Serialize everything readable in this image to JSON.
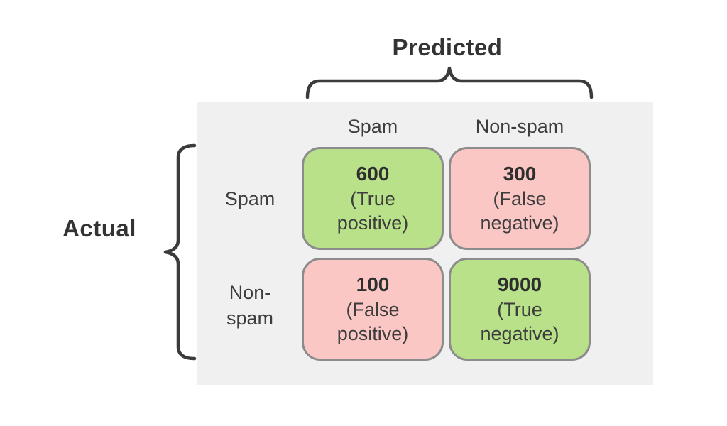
{
  "titles": {
    "predicted": "Predicted",
    "actual": "Actual"
  },
  "matrix": {
    "predicted_labels": [
      "Spam",
      "Non-spam"
    ],
    "actual_labels": [
      "Spam",
      "Non-spam"
    ],
    "cells": [
      {
        "value": "600",
        "label": "(True positive)",
        "type": "true-positive"
      },
      {
        "value": "300",
        "label": "(False negative)",
        "type": "false-negative"
      },
      {
        "value": "100",
        "label": "(False positive)",
        "type": "false-positive"
      },
      {
        "value": "9000",
        "label": "(True negative)",
        "type": "true-negative"
      }
    ]
  },
  "colors": {
    "positive_cell": "#b8e189",
    "negative_cell": "#fac7c5",
    "cell_border": "#8c8c8c",
    "panel_bg": "#f0f0f0",
    "brace": "#3b3b3b",
    "text": "#3d3d3d"
  },
  "chart_data": {
    "type": "table",
    "x_axis_label": "Predicted",
    "y_axis_label": "Actual",
    "columns": [
      "Spam",
      "Non-spam"
    ],
    "rows": [
      "Spam",
      "Non-spam"
    ],
    "values": [
      [
        600,
        300
      ],
      [
        100,
        9000
      ]
    ],
    "cell_annotations": [
      [
        "True positive",
        "False negative"
      ],
      [
        "False positive",
        "True negative"
      ]
    ]
  }
}
